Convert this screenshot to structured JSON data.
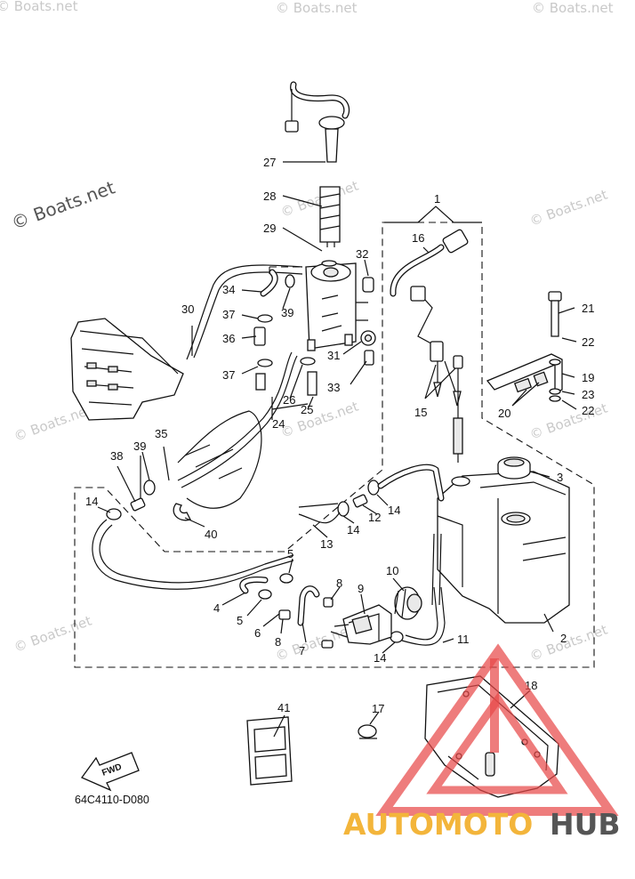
{
  "diagram": {
    "code": "64C4110-D080",
    "fwd_label": "FWD",
    "watermark": "© Boats.net",
    "brand": {
      "part_a": "AUTOMOTO",
      "part_b": "HUB",
      "accent": "#f3b53b",
      "dark": "#555555",
      "triangle": "#e84a4a"
    },
    "callouts": [
      "1",
      "2",
      "3",
      "4",
      "5",
      "5",
      "6",
      "7",
      "8",
      "8",
      "9",
      "10",
      "11",
      "12",
      "13",
      "14",
      "14",
      "14",
      "14",
      "15",
      "16",
      "17",
      "18",
      "19",
      "20",
      "21",
      "22",
      "22",
      "23",
      "24",
      "25",
      "26",
      "27",
      "28",
      "29",
      "30",
      "31",
      "32",
      "33",
      "34",
      "35",
      "36",
      "37",
      "37",
      "38",
      "39",
      "39",
      "40",
      "41"
    ]
  }
}
